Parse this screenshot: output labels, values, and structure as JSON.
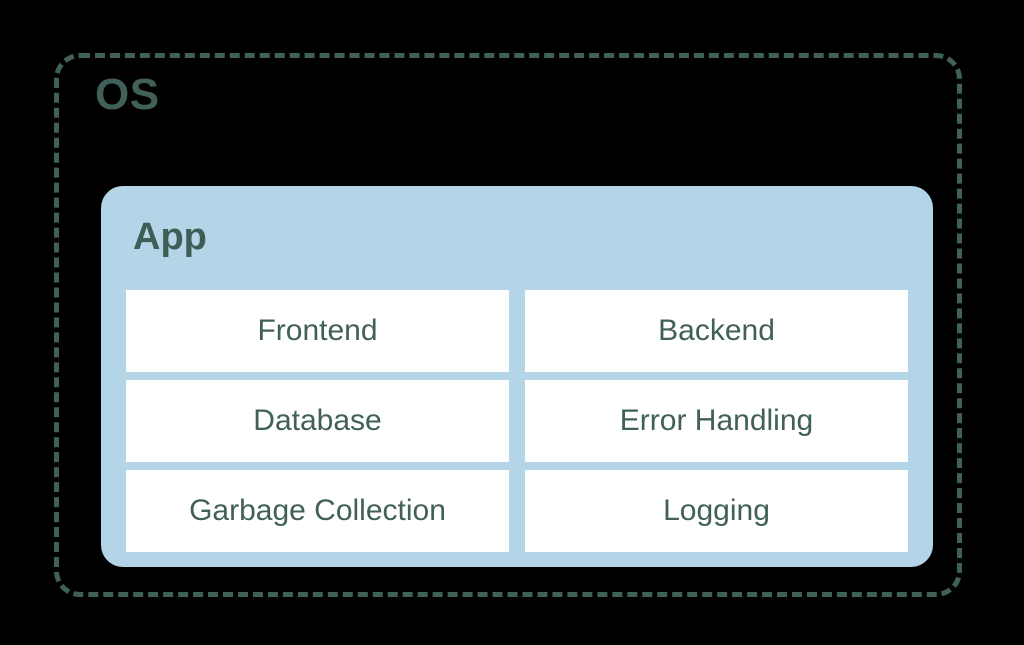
{
  "diagram": {
    "type": "nested-containers",
    "outer": {
      "title": "OS",
      "border_style": "dashed",
      "border_color": "#41605a"
    },
    "inner": {
      "title": "App",
      "background_color": "#b4d5e8",
      "text_color": "#3f5d57"
    },
    "components": [
      {
        "label": "Frontend",
        "column": "left",
        "row": 1
      },
      {
        "label": "Backend",
        "column": "right",
        "row": 1
      },
      {
        "label": "Database",
        "column": "left",
        "row": 2
      },
      {
        "label": "Error Handling",
        "column": "right",
        "row": 2
      },
      {
        "label": "Garbage Collection",
        "column": "left",
        "row": 3
      },
      {
        "label": "Logging",
        "column": "right",
        "row": 3
      }
    ],
    "colors": {
      "background": "#000000",
      "accent_blue": "#b4d5e8",
      "text_slate_green": "#41605a",
      "cell_background": "#ffffff"
    }
  }
}
